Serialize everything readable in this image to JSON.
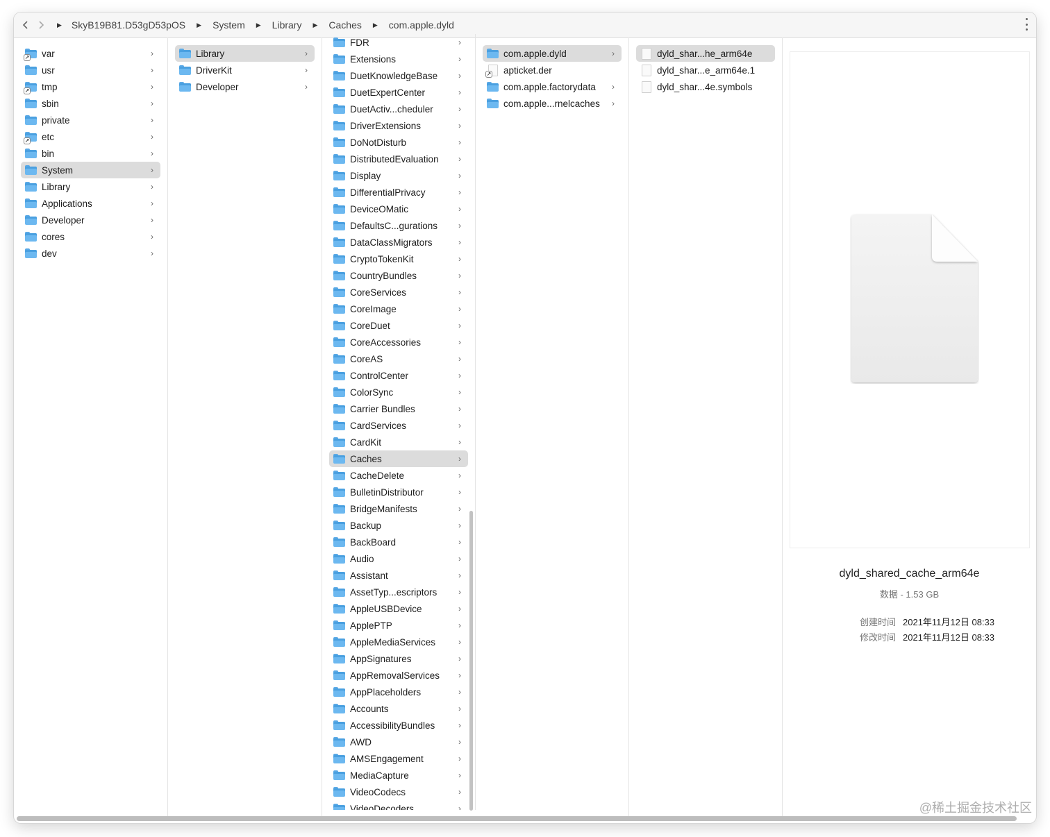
{
  "toolbar": {
    "breadcrumbs": [
      "SkyB19B81.D53gD53pOS",
      "System",
      "Library",
      "Caches",
      "com.apple.dyld"
    ]
  },
  "columns": [
    {
      "items": [
        {
          "label": "var",
          "type": "folder",
          "alias": true,
          "chevron": true,
          "selected": false
        },
        {
          "label": "usr",
          "type": "folder",
          "alias": false,
          "chevron": true,
          "selected": false
        },
        {
          "label": "tmp",
          "type": "folder",
          "alias": true,
          "chevron": true,
          "selected": false
        },
        {
          "label": "sbin",
          "type": "folder",
          "alias": false,
          "chevron": true,
          "selected": false
        },
        {
          "label": "private",
          "type": "folder",
          "alias": false,
          "chevron": true,
          "selected": false
        },
        {
          "label": "etc",
          "type": "folder",
          "alias": true,
          "chevron": true,
          "selected": false
        },
        {
          "label": "bin",
          "type": "folder",
          "alias": false,
          "chevron": true,
          "selected": false
        },
        {
          "label": "System",
          "type": "folder",
          "alias": false,
          "chevron": true,
          "selected": true
        },
        {
          "label": "Library",
          "type": "folder",
          "alias": false,
          "chevron": true,
          "selected": false
        },
        {
          "label": "Applications",
          "type": "folder",
          "alias": false,
          "chevron": true,
          "selected": false
        },
        {
          "label": "Developer",
          "type": "folder",
          "alias": false,
          "chevron": true,
          "selected": false
        },
        {
          "label": "cores",
          "type": "folder",
          "alias": false,
          "chevron": true,
          "selected": false
        },
        {
          "label": "dev",
          "type": "folder",
          "alias": false,
          "chevron": true,
          "selected": false
        }
      ]
    },
    {
      "items": [
        {
          "label": "Library",
          "type": "folder",
          "alias": false,
          "chevron": true,
          "selected": true
        },
        {
          "label": "DriverKit",
          "type": "folder",
          "alias": false,
          "chevron": true,
          "selected": false
        },
        {
          "label": "Developer",
          "type": "folder",
          "alias": false,
          "chevron": true,
          "selected": false
        }
      ]
    },
    {
      "items": [
        {
          "label": "FDR",
          "type": "folder",
          "alias": false,
          "chevron": true,
          "selected": false
        },
        {
          "label": "Extensions",
          "type": "folder",
          "alias": false,
          "chevron": true,
          "selected": false
        },
        {
          "label": "DuetKnowledgeBase",
          "type": "folder",
          "alias": false,
          "chevron": true,
          "selected": false
        },
        {
          "label": "DuetExpertCenter",
          "type": "folder",
          "alias": false,
          "chevron": true,
          "selected": false
        },
        {
          "label": "DuetActiv...cheduler",
          "type": "folder",
          "alias": false,
          "chevron": true,
          "selected": false
        },
        {
          "label": "DriverExtensions",
          "type": "folder",
          "alias": false,
          "chevron": true,
          "selected": false
        },
        {
          "label": "DoNotDisturb",
          "type": "folder",
          "alias": false,
          "chevron": true,
          "selected": false
        },
        {
          "label": "DistributedEvaluation",
          "type": "folder",
          "alias": false,
          "chevron": true,
          "selected": false
        },
        {
          "label": "Display",
          "type": "folder",
          "alias": false,
          "chevron": true,
          "selected": false
        },
        {
          "label": "DifferentialPrivacy",
          "type": "folder",
          "alias": false,
          "chevron": true,
          "selected": false
        },
        {
          "label": "DeviceOMatic",
          "type": "folder",
          "alias": false,
          "chevron": true,
          "selected": false
        },
        {
          "label": "DefaultsC...gurations",
          "type": "folder",
          "alias": false,
          "chevron": true,
          "selected": false
        },
        {
          "label": "DataClassMigrators",
          "type": "folder",
          "alias": false,
          "chevron": true,
          "selected": false
        },
        {
          "label": "CryptoTokenKit",
          "type": "folder",
          "alias": false,
          "chevron": true,
          "selected": false
        },
        {
          "label": "CountryBundles",
          "type": "folder",
          "alias": false,
          "chevron": true,
          "selected": false
        },
        {
          "label": "CoreServices",
          "type": "folder",
          "alias": false,
          "chevron": true,
          "selected": false
        },
        {
          "label": "CoreImage",
          "type": "folder",
          "alias": false,
          "chevron": true,
          "selected": false
        },
        {
          "label": "CoreDuet",
          "type": "folder",
          "alias": false,
          "chevron": true,
          "selected": false
        },
        {
          "label": "CoreAccessories",
          "type": "folder",
          "alias": false,
          "chevron": true,
          "selected": false
        },
        {
          "label": "CoreAS",
          "type": "folder",
          "alias": false,
          "chevron": true,
          "selected": false
        },
        {
          "label": "ControlCenter",
          "type": "folder",
          "alias": false,
          "chevron": true,
          "selected": false
        },
        {
          "label": "ColorSync",
          "type": "folder",
          "alias": false,
          "chevron": true,
          "selected": false
        },
        {
          "label": "Carrier Bundles",
          "type": "folder",
          "alias": false,
          "chevron": true,
          "selected": false
        },
        {
          "label": "CardServices",
          "type": "folder",
          "alias": false,
          "chevron": true,
          "selected": false
        },
        {
          "label": "CardKit",
          "type": "folder",
          "alias": false,
          "chevron": true,
          "selected": false
        },
        {
          "label": "Caches",
          "type": "folder",
          "alias": false,
          "chevron": true,
          "selected": true
        },
        {
          "label": "CacheDelete",
          "type": "folder",
          "alias": false,
          "chevron": true,
          "selected": false
        },
        {
          "label": "BulletinDistributor",
          "type": "folder",
          "alias": false,
          "chevron": true,
          "selected": false
        },
        {
          "label": "BridgeManifests",
          "type": "folder",
          "alias": false,
          "chevron": true,
          "selected": false
        },
        {
          "label": "Backup",
          "type": "folder",
          "alias": false,
          "chevron": true,
          "selected": false
        },
        {
          "label": "BackBoard",
          "type": "folder",
          "alias": false,
          "chevron": true,
          "selected": false
        },
        {
          "label": "Audio",
          "type": "folder",
          "alias": false,
          "chevron": true,
          "selected": false
        },
        {
          "label": "Assistant",
          "type": "folder",
          "alias": false,
          "chevron": true,
          "selected": false
        },
        {
          "label": "AssetTyp...escriptors",
          "type": "folder",
          "alias": false,
          "chevron": true,
          "selected": false
        },
        {
          "label": "AppleUSBDevice",
          "type": "folder",
          "alias": false,
          "chevron": true,
          "selected": false
        },
        {
          "label": "ApplePTP",
          "type": "folder",
          "alias": false,
          "chevron": true,
          "selected": false
        },
        {
          "label": "AppleMediaServices",
          "type": "folder",
          "alias": false,
          "chevron": true,
          "selected": false
        },
        {
          "label": "AppSignatures",
          "type": "folder",
          "alias": false,
          "chevron": true,
          "selected": false
        },
        {
          "label": "AppRemovalServices",
          "type": "folder",
          "alias": false,
          "chevron": true,
          "selected": false
        },
        {
          "label": "AppPlaceholders",
          "type": "folder",
          "alias": false,
          "chevron": true,
          "selected": false
        },
        {
          "label": "Accounts",
          "type": "folder",
          "alias": false,
          "chevron": true,
          "selected": false
        },
        {
          "label": "AccessibilityBundles",
          "type": "folder",
          "alias": false,
          "chevron": true,
          "selected": false
        },
        {
          "label": "AWD",
          "type": "folder",
          "alias": false,
          "chevron": true,
          "selected": false
        },
        {
          "label": "AMSEngagement",
          "type": "folder",
          "alias": false,
          "chevron": true,
          "selected": false
        },
        {
          "label": "MediaCapture",
          "type": "folder",
          "alias": false,
          "chevron": true,
          "selected": false
        },
        {
          "label": "VideoCodecs",
          "type": "folder",
          "alias": false,
          "chevron": true,
          "selected": false
        },
        {
          "label": "VideoDecoders",
          "type": "folder",
          "alias": false,
          "chevron": true,
          "selected": false
        }
      ]
    },
    {
      "items": [
        {
          "label": "com.apple.dyld",
          "type": "folder",
          "alias": false,
          "chevron": true,
          "selected": true
        },
        {
          "label": "apticket.der",
          "type": "file",
          "alias": true,
          "chevron": false,
          "selected": false
        },
        {
          "label": "com.apple.factorydata",
          "type": "folder",
          "alias": false,
          "chevron": true,
          "selected": false
        },
        {
          "label": "com.apple...rnelcaches",
          "type": "folder",
          "alias": false,
          "chevron": true,
          "selected": false
        }
      ]
    },
    {
      "items": [
        {
          "label": "dyld_shar...he_arm64e",
          "type": "file",
          "alias": false,
          "chevron": false,
          "selected": true
        },
        {
          "label": "dyld_shar...e_arm64e.1",
          "type": "file",
          "alias": false,
          "chevron": false,
          "selected": false
        },
        {
          "label": "dyld_shar...4e.symbols",
          "type": "file",
          "alias": false,
          "chevron": false,
          "selected": false
        }
      ]
    }
  ],
  "preview": {
    "filename": "dyld_shared_cache_arm64e",
    "subtitle": "数据 - 1.53 GB",
    "created_label": "创建时间",
    "created_value": "2021年11月12日 08:33",
    "modified_label": "修改时间",
    "modified_value": "2021年11月12日 08:33"
  },
  "watermark": "@稀土掘金技术社区",
  "colors": {
    "folder": "#6cb8f0",
    "selection": "#dcdcdc"
  }
}
